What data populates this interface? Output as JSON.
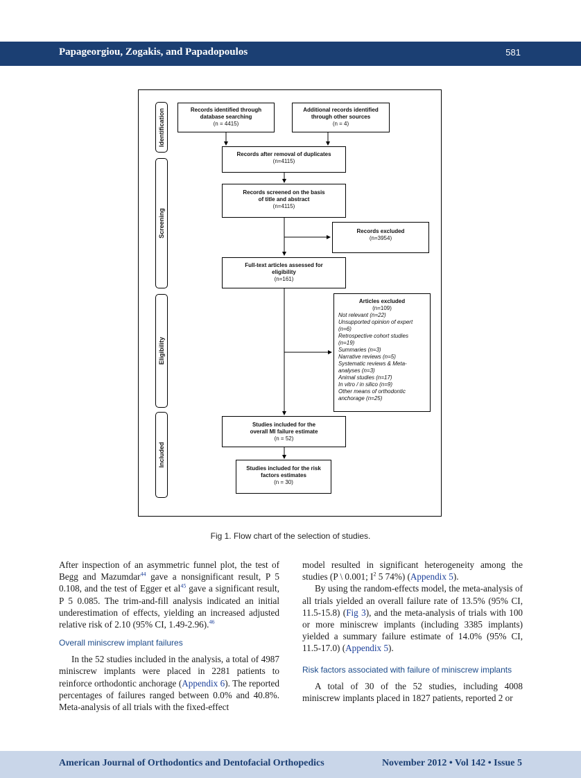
{
  "header": {
    "authors": "Papageorgiou, Zogakis, and Papadopoulos",
    "page_number": "581"
  },
  "flowchart": {
    "stages": {
      "identification": "Identification",
      "screening": "Screening",
      "eligibility": "Eligibility",
      "included": "Included"
    },
    "boxes": {
      "db_search": {
        "title": "Records identified through\ndatabase searching",
        "sub": "(n = 4415)"
      },
      "other_sources": {
        "title": "Additional records identified\nthrough other sources",
        "sub": "(n = 4)"
      },
      "after_dup": {
        "title": "Records after removal of duplicates",
        "sub": "(n=4115)"
      },
      "screened": {
        "title": "Records screened on the basis\nof title and abstract",
        "sub": "(n=4115)"
      },
      "excluded_records": {
        "title": "Records excluded",
        "sub": "(n=3954)"
      },
      "fulltext": {
        "title": "Full-text articles assessed for\neligibility",
        "sub": "(n=161)"
      },
      "articles_excluded": {
        "title": "Articles excluded",
        "sub": "(n=109)",
        "items": [
          "Not relevant (n=22)",
          "Unsupported opinion of expert",
          "(n=6)",
          "Retrospective cohort studies",
          "(n=19)",
          "Summaries (n=3)",
          "Narrative reviews (n=5)",
          "Systematic reviews & Meta-",
          "analyses (n=3)",
          "Animal studies (n=17)",
          "In vitro / in silico (n=9)",
          "Other means of orthodontic",
          "anchorage (n=25)"
        ]
      },
      "overall": {
        "title": "Studies included for the\noverall MI failure estimate",
        "sub": "(n = 52)"
      },
      "risk": {
        "title": "Studies included for the risk\nfactors estimates",
        "sub": "(n = 30)"
      }
    }
  },
  "caption": "Fig 1. Flow chart of the selection of studies.",
  "left_column": {
    "p1": {
      "a": "After inspection of an asymmetric funnel plot, the test of Begg and Mazumdar",
      "ref1": "44",
      "b": " gave a nonsignificant result, P 5 0.108, and the test of Egger et al",
      "ref2": "45",
      "c": " gave a significant result, P 5 0.085. The trim-and-fill analysis indicated an initial underestimation of effects, yielding an increased adjusted relative risk of 2.10 (95% CI, 1.49-2.96).",
      "ref3": "46"
    },
    "heading": "Overall miniscrew implant failures",
    "p2": {
      "a": "In the 52 studies included in the analysis, a total of 4987 miniscrew implants were placed in 2281 patients to reinforce orthodontic anchorage (",
      "link": "Appendix 6",
      "b": "). The reported percentages of failures ranged between 0.0% and 40.8%. Meta-analysis of all trials with the fixed-effect"
    }
  },
  "right_column": {
    "p1": {
      "a": "model resulted in significant heterogeneity among the studies (P \\ 0.001; I",
      "sup": "2",
      "b": " 5 74%) (",
      "link": "Appendix 5",
      "c": ")."
    },
    "p2": {
      "a": "By using the random-effects model, the meta-analysis of all trials yielded an overall failure rate of 13.5% (95% CI, 11.5-15.8) (",
      "link1": "Fig 3",
      "b": "), and the meta-analysis of trials with 100 or more miniscrew implants (including 3385 implants) yielded a summary failure estimate of 14.0% (95% CI, 11.5-17.0) (",
      "link2": "Appendix 5",
      "c": ")."
    },
    "heading": "Risk factors associated with failure of miniscrew implants",
    "p3": "A total of 30 of the 52 studies, including 4008 miniscrew implants placed in 1827 patients, reported 2 or"
  },
  "footer": {
    "journal": "American Journal of Orthodontics and Dentofacial Orthopedics",
    "issue": "November 2012 • Vol 142 • Issue 5"
  },
  "colors": {
    "header_bg": "#1b3f73",
    "footer_bg": "#c9d6e9",
    "heading_blue": "#1b4a8a",
    "link_blue": "#1b3f9a"
  }
}
